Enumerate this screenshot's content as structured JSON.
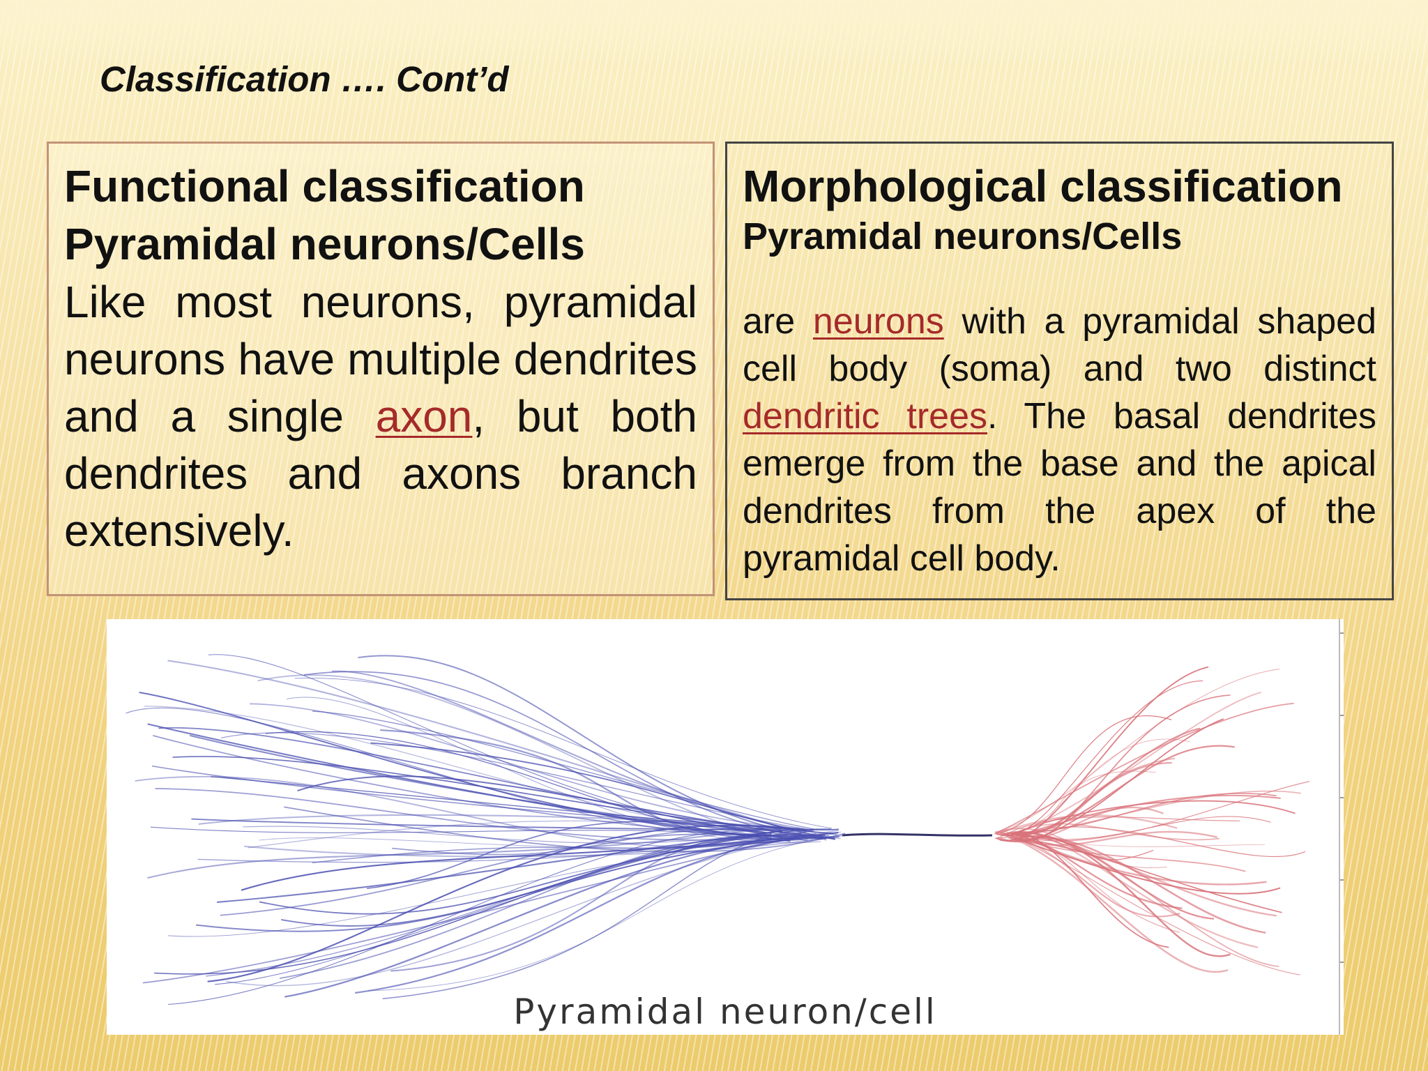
{
  "slide": {
    "title": "Classification …. Cont’d"
  },
  "functional": {
    "heading_line1": "Functional classification",
    "heading_line2": "Pyramidal neurons/Cells",
    "text_before_link": "Like most neurons, pyramidal neurons have multiple dendrites and a single ",
    "link_axon": "axon",
    "text_after_link": ", but both dendrites and axons branch extensively."
  },
  "morphological": {
    "heading": "Morphological classification",
    "subheading": "Pyramidal neurons/Cells",
    "text_start": "are ",
    "link_neurons": "neurons",
    "text_mid": " with a pyramidal shaped cell body (soma) and two distinct ",
    "link_dendritic_trees": "dendritic trees",
    "text_end": ". The basal dendrites emerge from the base and the apical dendrites from the apex of the pyramidal cell body."
  },
  "figure": {
    "caption": "Pyramidal neuron/cell",
    "colors": {
      "apical": "#4a4fb0",
      "basal": "#d9727a",
      "axon_line": "#333366"
    }
  }
}
